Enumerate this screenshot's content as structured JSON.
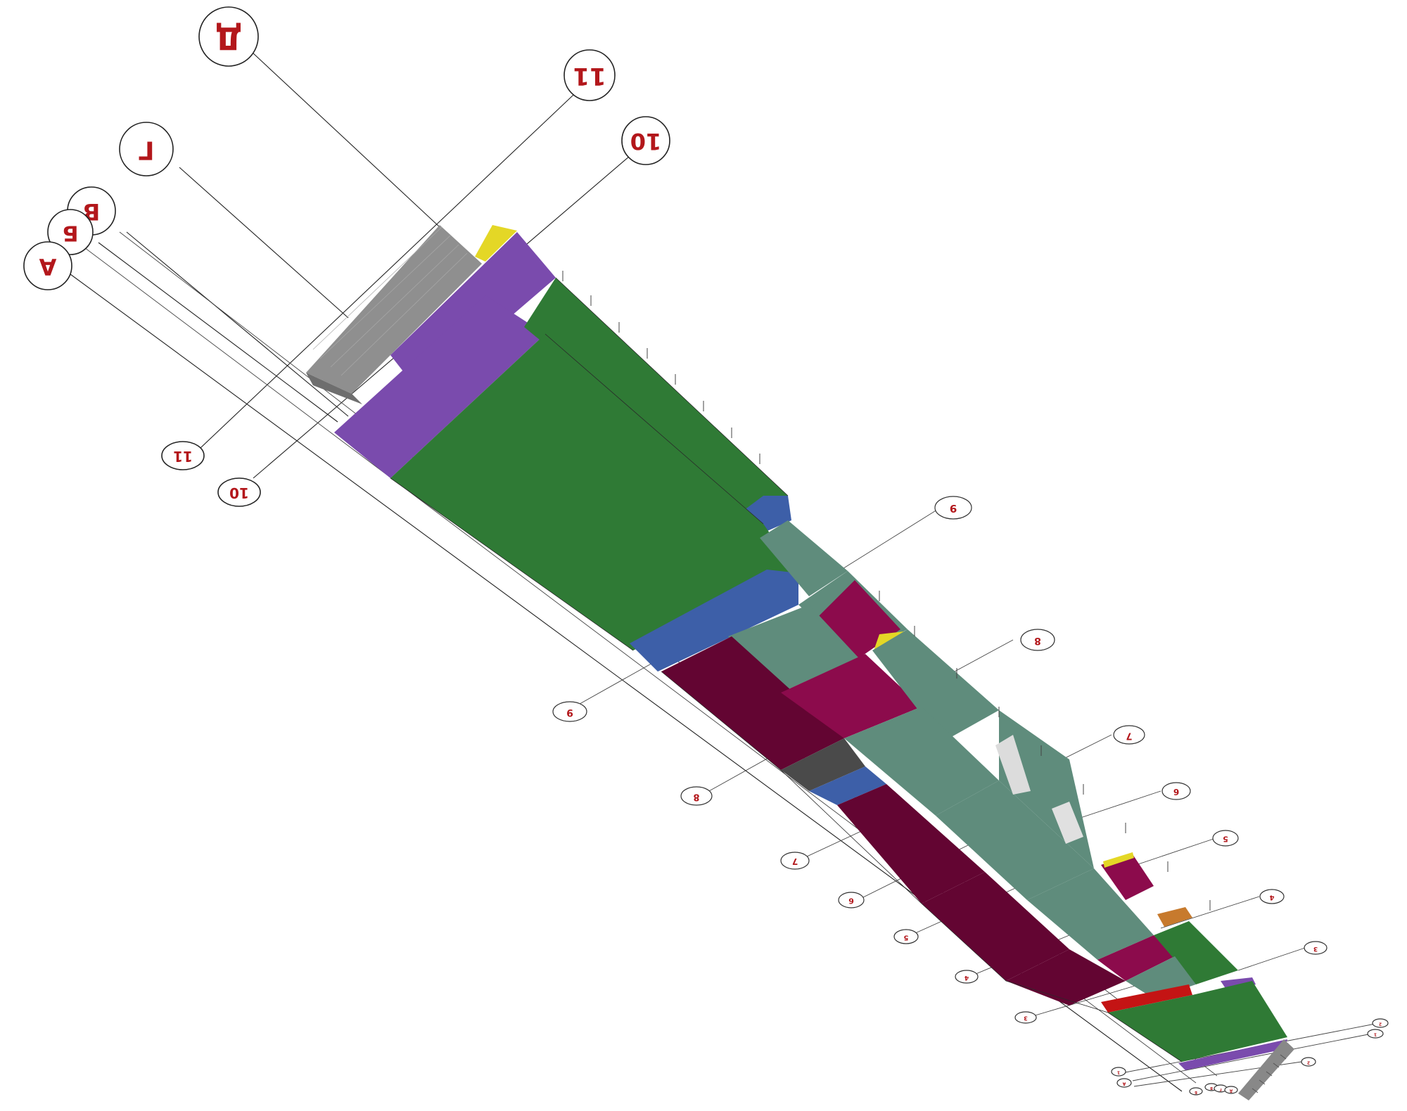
{
  "colors": {
    "green": "#2f7a35",
    "purple": "#7a4bad",
    "blue": "#3d5fa8",
    "teal": "#5f8c7c",
    "magenta": "#8c0b4c",
    "maroon": "#630532",
    "yellow": "#e4d726",
    "grey_block": "#8f8f8f",
    "dark_grey": "#4a4a4a",
    "red": "#c41414",
    "orange": "#c77a2d",
    "label_red": "#b3171b"
  },
  "axis_labels_large": [
    {
      "id": "d",
      "text": "Д"
    },
    {
      "id": "11",
      "text": "11"
    },
    {
      "id": "g",
      "text": "Г"
    },
    {
      "id": "10",
      "text": "10"
    },
    {
      "id": "v",
      "text": "В"
    },
    {
      "id": "b",
      "text": "Б"
    },
    {
      "id": "a",
      "text": "А"
    }
  ],
  "axis_labels_left": [
    {
      "id": "11-left",
      "text": "11"
    },
    {
      "id": "10-left",
      "text": "10"
    }
  ],
  "axis_labels_small_right": [
    {
      "id": "9-right",
      "text": "9"
    },
    {
      "id": "8-right",
      "text": "8"
    },
    {
      "id": "7-right",
      "text": "7"
    },
    {
      "id": "6-right",
      "text": "6"
    },
    {
      "id": "5-right",
      "text": "5"
    },
    {
      "id": "4-right",
      "text": "4"
    },
    {
      "id": "3-right",
      "text": "3"
    }
  ],
  "axis_labels_small_left": [
    {
      "id": "9-left",
      "text": "9"
    },
    {
      "id": "8-left",
      "text": "8"
    },
    {
      "id": "7-left",
      "text": "7"
    },
    {
      "id": "6-left",
      "text": "6"
    },
    {
      "id": "5-left",
      "text": "5"
    },
    {
      "id": "4-left",
      "text": "4"
    },
    {
      "id": "3-left",
      "text": "3"
    }
  ],
  "axis_labels_tiny": [
    {
      "id": "t1",
      "text": "2"
    },
    {
      "id": "t2",
      "text": "1"
    },
    {
      "id": "t3",
      "text": "2"
    },
    {
      "id": "t4",
      "text": "1"
    },
    {
      "id": "t5",
      "text": "А"
    },
    {
      "id": "t6",
      "text": "Б"
    },
    {
      "id": "t7",
      "text": "В"
    },
    {
      "id": "t8",
      "text": "Г"
    },
    {
      "id": "t9",
      "text": "Д"
    }
  ]
}
